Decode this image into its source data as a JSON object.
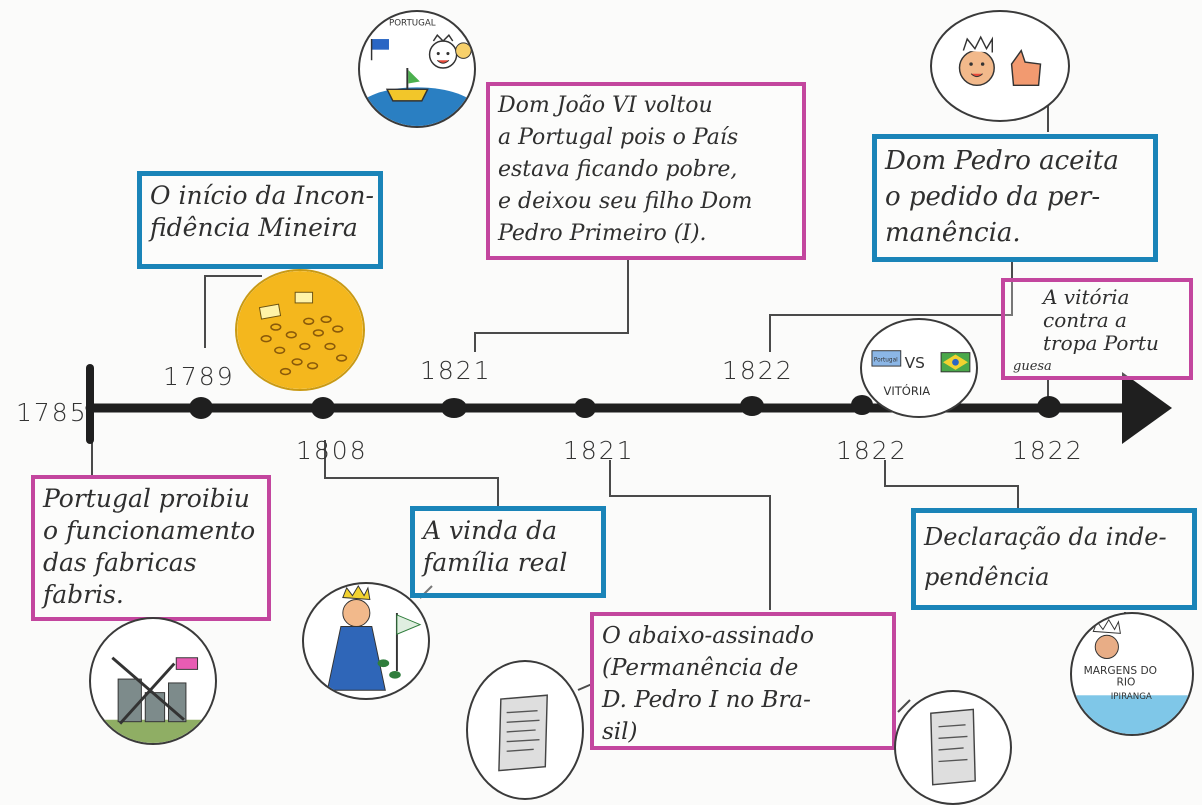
{
  "timeline": {
    "start_year": "1785",
    "years_above": [
      "1789",
      "1821",
      "1822"
    ],
    "years_below": [
      "1808",
      "1821",
      "1822",
      "1822"
    ]
  },
  "events": {
    "inconfidencia": [
      "O início da Incon-",
      "fidência Mineira"
    ],
    "fabricas": [
      "Portugal proibiu",
      "o funcionamento",
      "das fabricas",
      "fabris."
    ],
    "familia_real": [
      "A vinda da",
      "família real"
    ],
    "dom_joao": [
      "Dom João VI voltou",
      "a Portugal pois o País",
      "estava ficando pobre,",
      "e deixou seu filho Dom",
      "Pedro Primeiro (I)."
    ],
    "abaixo_assinado": [
      "O abaixo-assinado",
      "(Permanência de",
      "D. Pedro I no Bra-",
      "sil)"
    ],
    "permanencia": [
      "Dom Pedro aceita",
      "o pedido da per-",
      "manência."
    ],
    "vitoria": [
      "A vitória",
      "contra a",
      "tropa Portu",
      "guesa"
    ],
    "independencia": [
      "Declaração da inde-",
      "pendência"
    ]
  },
  "drawings": {
    "ship": "PORTUGAL",
    "vs": "VS",
    "vitoria": "VITÓRIA",
    "portugal_flag": "Portugal",
    "margens": [
      "MARGENS DO",
      "RIO",
      "IPIRANGA"
    ]
  },
  "colors": {
    "blue_border": "#1a84b8",
    "pink_border": "#c3469e",
    "timeline": "#222222",
    "gold": "#f4b71d",
    "sea": "#2a7fc2"
  }
}
